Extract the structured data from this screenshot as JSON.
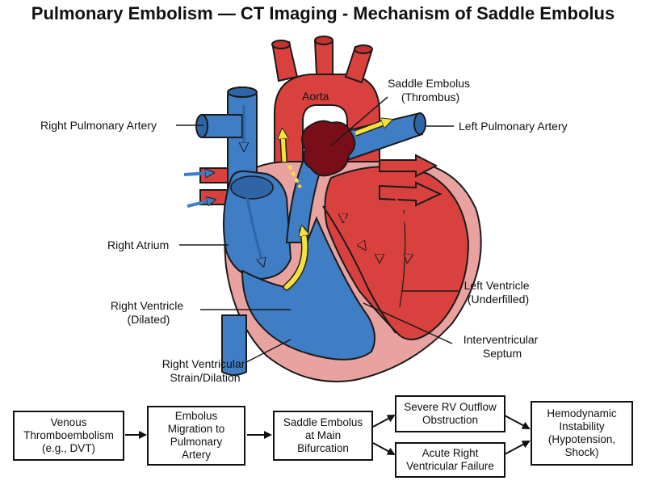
{
  "title": "Pulmonary Embolism — CT Imaging - Mechanism of Saddle Embolus",
  "heart_labels": {
    "aorta": "Aorta",
    "saddle_embolus": [
      "Saddle Embolus",
      "(Thrombus)"
    ],
    "right_pulmonary_artery": "Right Pulmonary Artery",
    "left_pulmonary_artery": "Left Pulmonary Artery",
    "right_atrium": "Right Atrium",
    "right_ventricle": [
      "Right Ventricle",
      "(Dilated)"
    ],
    "left_ventricle": [
      "Left Ventricle",
      "(Underfilled)"
    ],
    "interventricular_septum": [
      "Interventricular",
      "Septum"
    ],
    "rv_strain": [
      "Right Ventricular",
      "Strain/Dilation"
    ]
  },
  "flowchart": {
    "step1": "Venous\nThromboembolism\n(e.g., DVT)",
    "step2": "Embolus\nMigration to\nPulmonary\nArtery",
    "step3": "Saddle Embolus\nat Main\nBifurcation",
    "step4a": "Severe RV Outflow\nObstruction",
    "step4b": "Acute Right\nVentricular Failure",
    "step5": "Hemodynamic\nInstability\n(Hypotension,\nShock)"
  },
  "colors": {
    "venous_blue": "#3f7ec4",
    "arterial_red": "#d9413f",
    "myocardium_pink": "#e8a3a0",
    "thrombus": "#7a0e18",
    "flow_arrow_yellow": "#f5e13a",
    "outline": "#1a1a1a"
  }
}
